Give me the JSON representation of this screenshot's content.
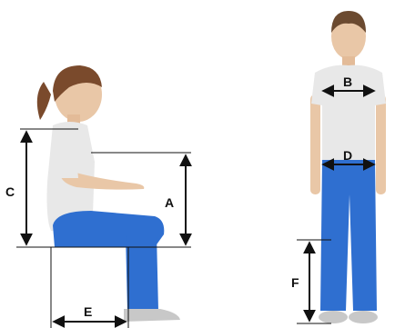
{
  "labels": {
    "a": "A",
    "b": "B",
    "c": "C",
    "d": "D",
    "e": "E",
    "f": "F"
  },
  "colors": {
    "skin": "#e9c7a7",
    "shirt": "#e8e8e8",
    "jeans": "#2f6fd0",
    "hair": "#7a4a2c",
    "line": "#111111"
  }
}
